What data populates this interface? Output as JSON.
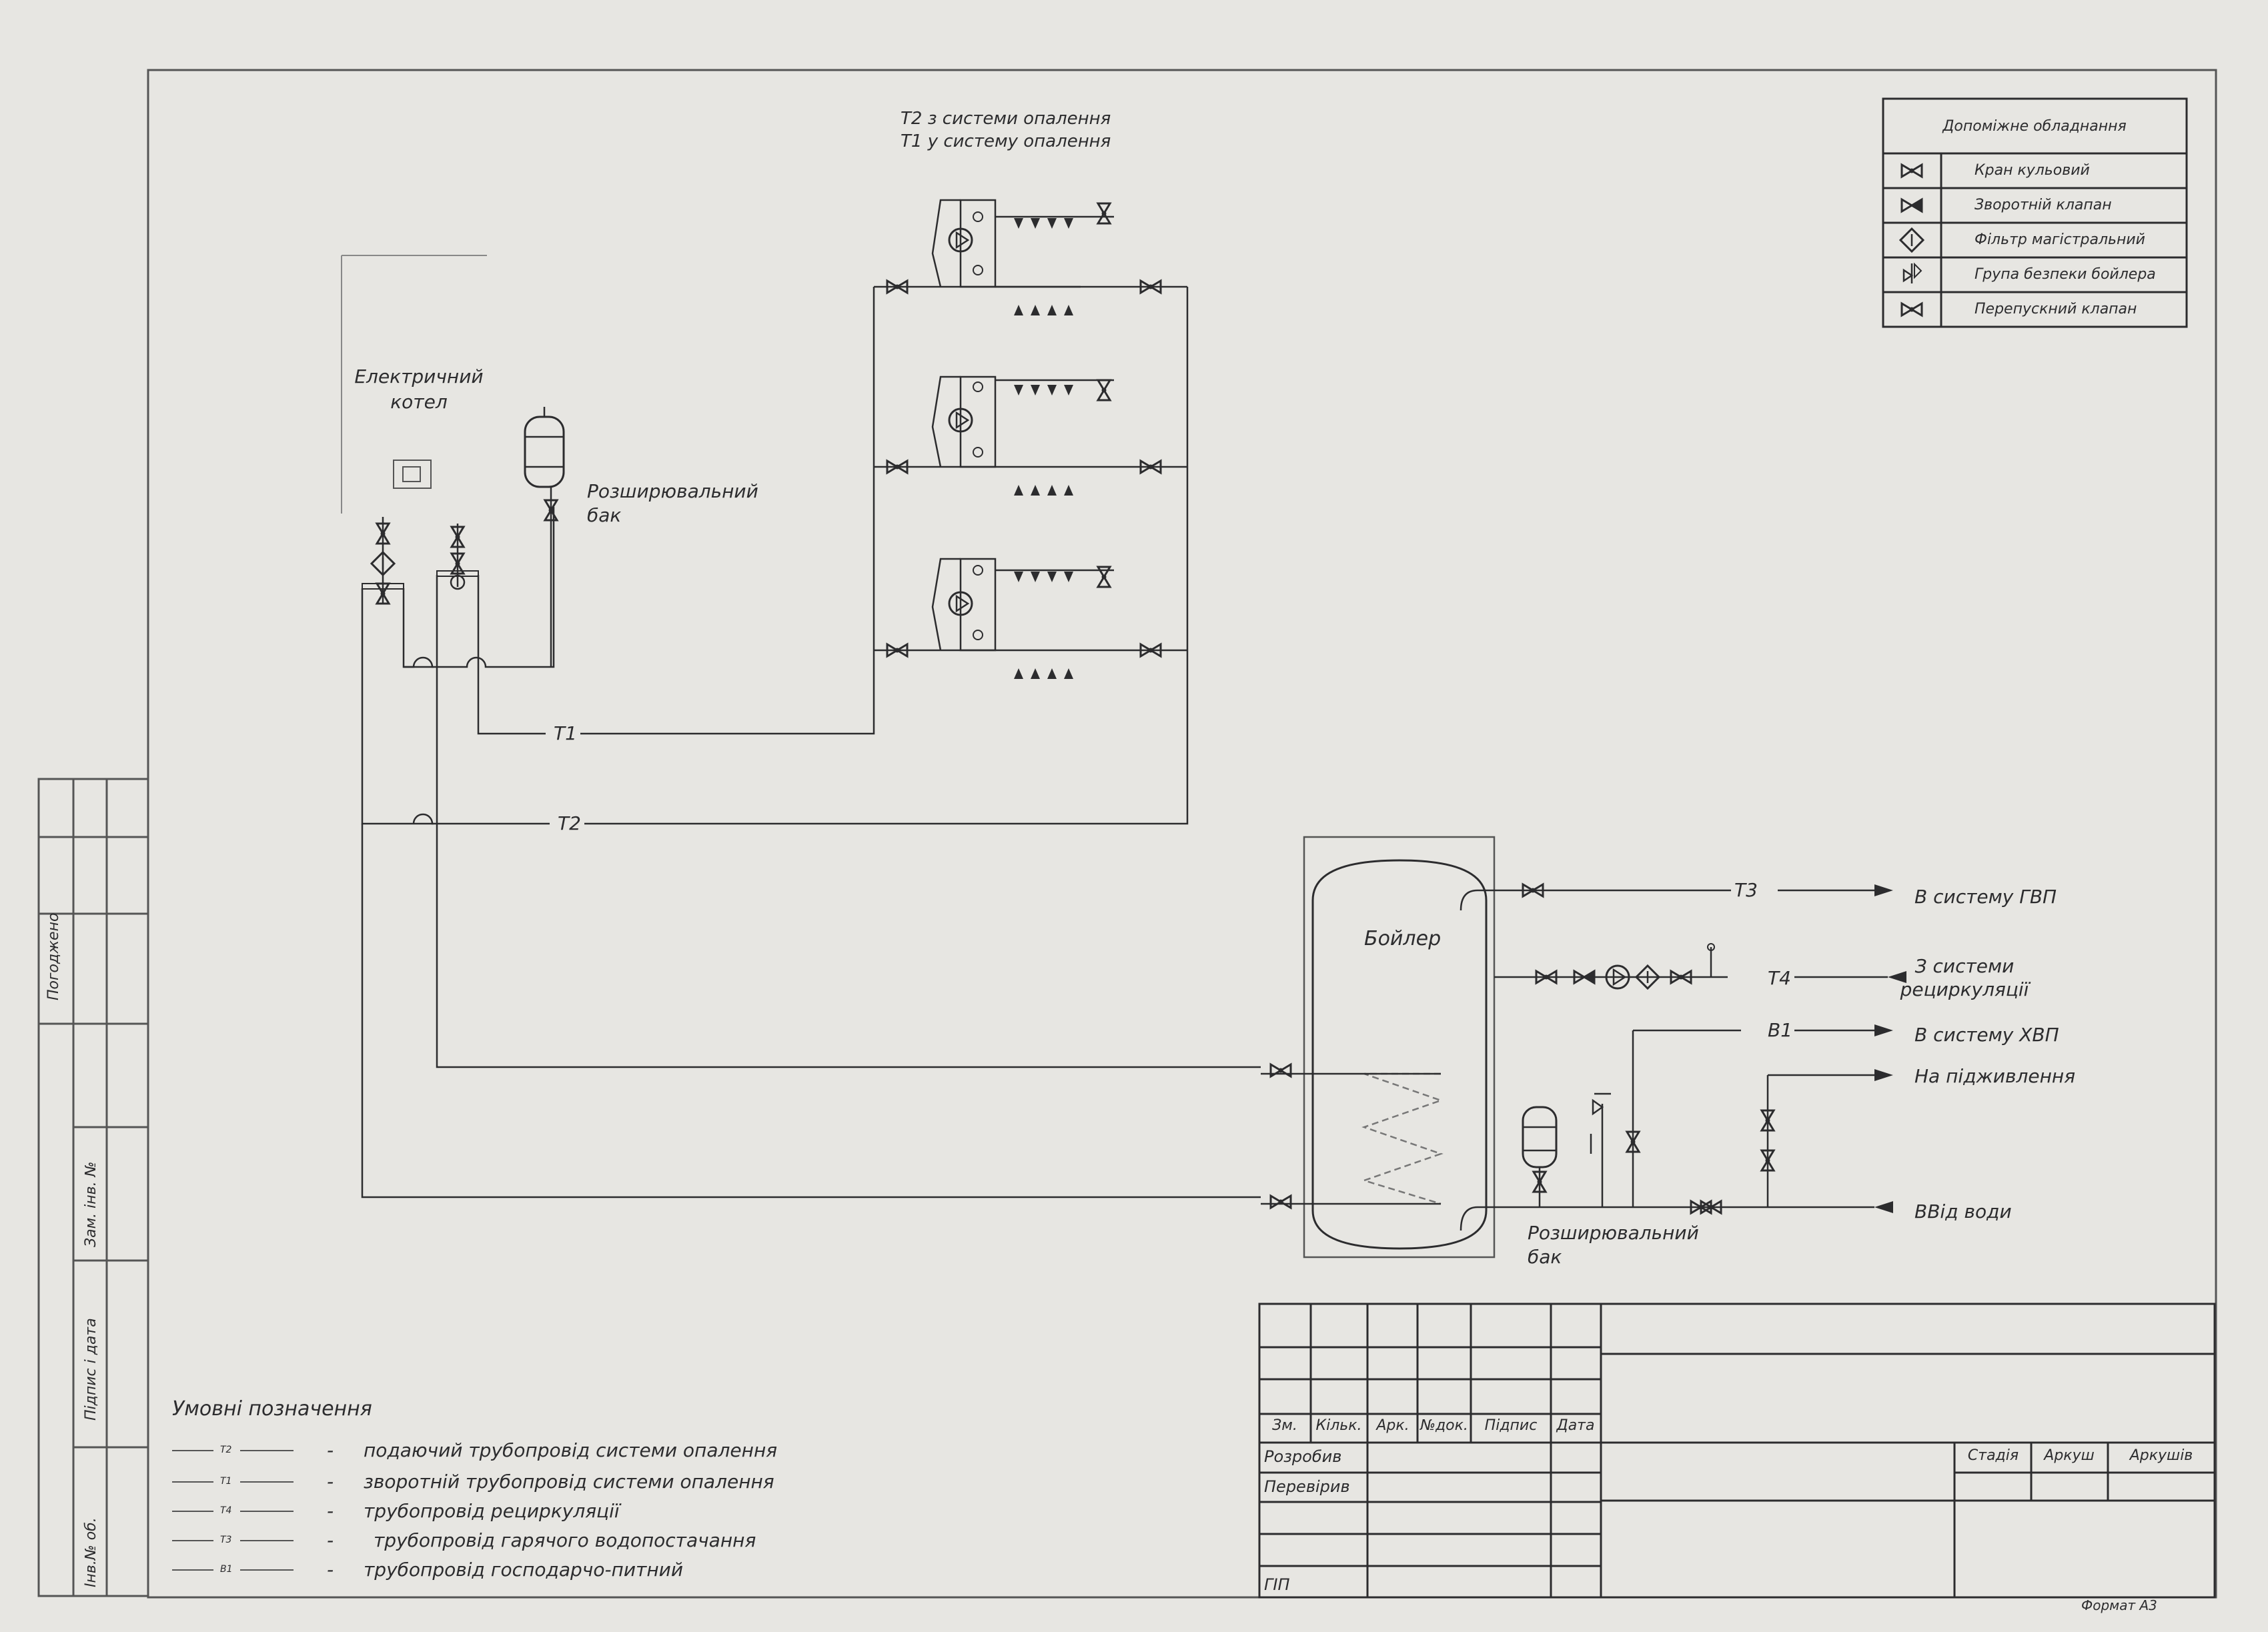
{
  "heating_supply": {
    "line1": "Т2 з системи опалення",
    "line2": "Т1 у систему опалення"
  },
  "boiler_label": {
    "line1": "Електричний",
    "line2": "котел"
  },
  "expansion_tank_1": {
    "line1": "Розширювальний",
    "line2": "бак"
  },
  "expansion_tank_2": {
    "line1": "Розширювальний",
    "line2": "бак"
  },
  "water_heater": "Бойлер",
  "pipe_labels": {
    "t1": "Т1",
    "t2": "Т2",
    "t3": "Т3",
    "t4": "Т4",
    "b1": "В1"
  },
  "destinations": {
    "gvp": "В систему ГВП",
    "recirc_1": "З системи",
    "recirc_2": "рециркуляції",
    "hvp": "В систему ХВП",
    "feed": "На підживлення",
    "inlet": "ВВід води"
  },
  "aux_table": {
    "title": "Допоміжне обладнання",
    "items": [
      {
        "icon": "ball-valve-icon",
        "label": "Кран кульовий"
      },
      {
        "icon": "check-valve-icon",
        "label": "Зворотній клапан"
      },
      {
        "icon": "filter-icon",
        "label": "Фільтр магістральний"
      },
      {
        "icon": "safety-group-icon",
        "label": "Група безпеки бойлера"
      },
      {
        "icon": "bypass-valve-icon",
        "label": "Перепускний клапан"
      }
    ]
  },
  "legend": {
    "title": "Умовні позначення",
    "items": [
      {
        "code": "Т2",
        "desc": "подаючий трубопровід системи опалення"
      },
      {
        "code": "Т1",
        "desc": "зворотній трубопровід системи опалення"
      },
      {
        "code": "Т4",
        "desc": "трубопровід рециркуляції"
      },
      {
        "code": "Т3",
        "desc": "трубопровід гарячого водопостачання"
      },
      {
        "code": "В1",
        "desc": "трубопровід господарчо-питний"
      }
    ],
    "dash": "-"
  },
  "side_stamp": {
    "agreed": "Погоджено",
    "replaced": "Зам. інв. №",
    "signature": "Підпис і дата",
    "inventory": "Інв.№ об."
  },
  "title_block": {
    "headers": [
      "Зм.",
      "Кільк.",
      "Арк.",
      "№док.",
      "Підпис",
      "Дата"
    ],
    "developed": "Розробив",
    "checked": "Перевірив",
    "chief": "ГІП",
    "stage": "Стадія",
    "sheet": "Аркуш",
    "sheets": "Аркушів"
  },
  "format": "Формат А3"
}
